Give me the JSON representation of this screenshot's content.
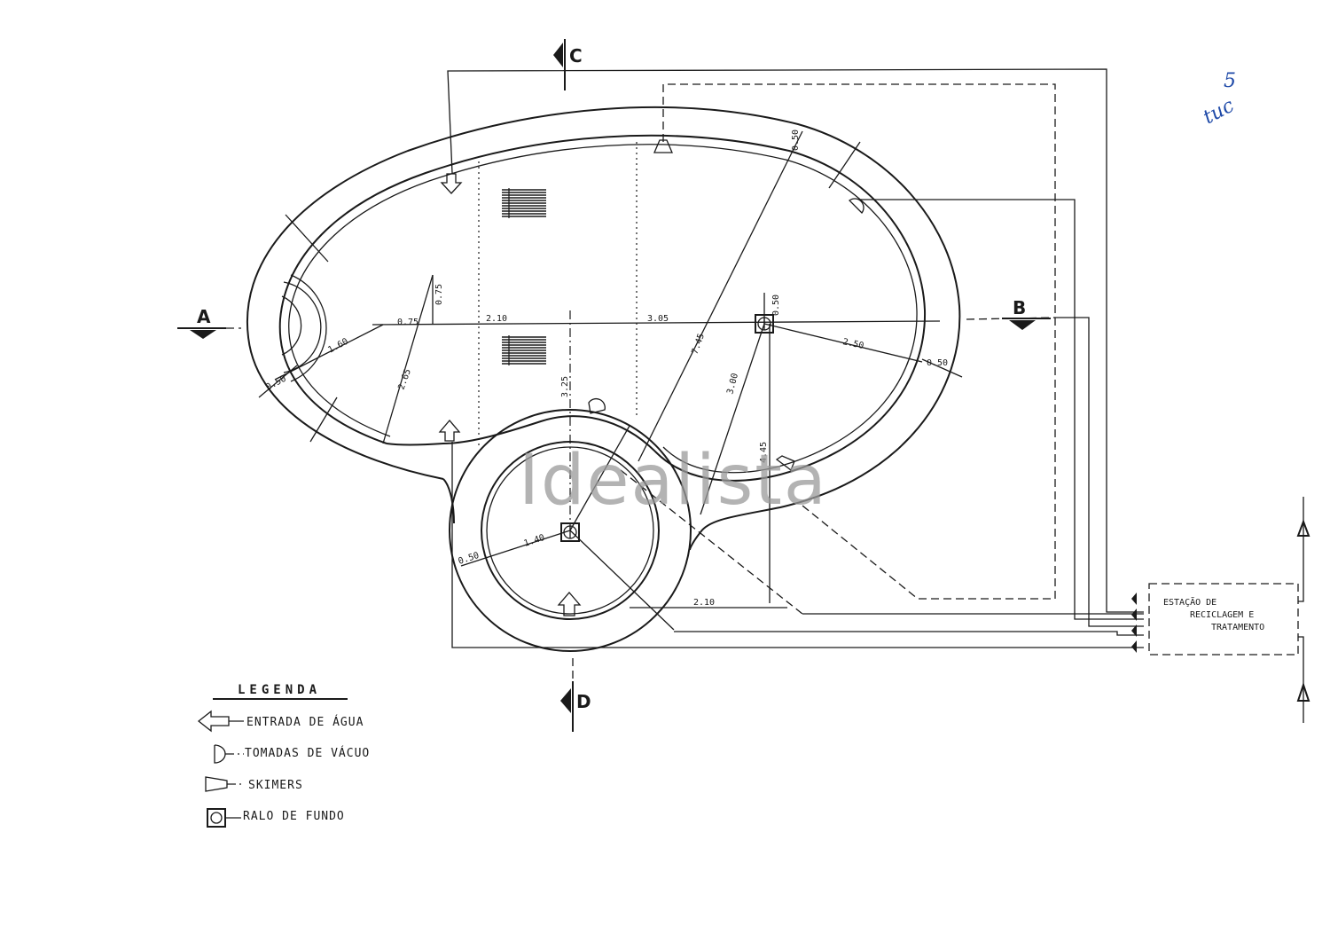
{
  "dimensions": {
    "d1": "0.75",
    "d2": "0.75",
    "d3": "2.10",
    "d4": "3.05",
    "d5": "0.50",
    "d6": "2.50",
    "d7": "0.50",
    "d8": "0.50",
    "d9": "1.60",
    "d10": "2.65",
    "d11": "0.50",
    "d12": "7.45",
    "d13": "3.00",
    "d14": "4.45",
    "d15": "3.25",
    "d16": "0.50",
    "d17": "1.40",
    "d18": "2.10"
  },
  "sections": {
    "a": "A",
    "b": "B",
    "c": "C",
    "d": "D"
  },
  "station": {
    "line1": "ESTAÇÃO DE",
    "line2": "RECICLAGEM E",
    "line3": "TRATAMENTO"
  },
  "legend": {
    "title": "LEGENDA",
    "items": [
      {
        "label": "ENTRADA  DE  ÁGUA",
        "icon": "water-inlet-arrow-icon"
      },
      {
        "label": "TOMADAS  DE  VÁCUO",
        "icon": "vacuum-outlet-icon"
      },
      {
        "label": "SKIMERS",
        "icon": "skimmer-icon"
      },
      {
        "label": "RALO  DE  FUNDO",
        "icon": "bottom-drain-icon"
      }
    ]
  },
  "annotation": {
    "handwritten_line1": "5",
    "handwritten_line2": "tuc"
  },
  "watermark": "Idealista",
  "colors": {
    "ink": "#1a1a1a",
    "annotation": "#1f4aa8",
    "watermark": "#9a9a9a"
  }
}
